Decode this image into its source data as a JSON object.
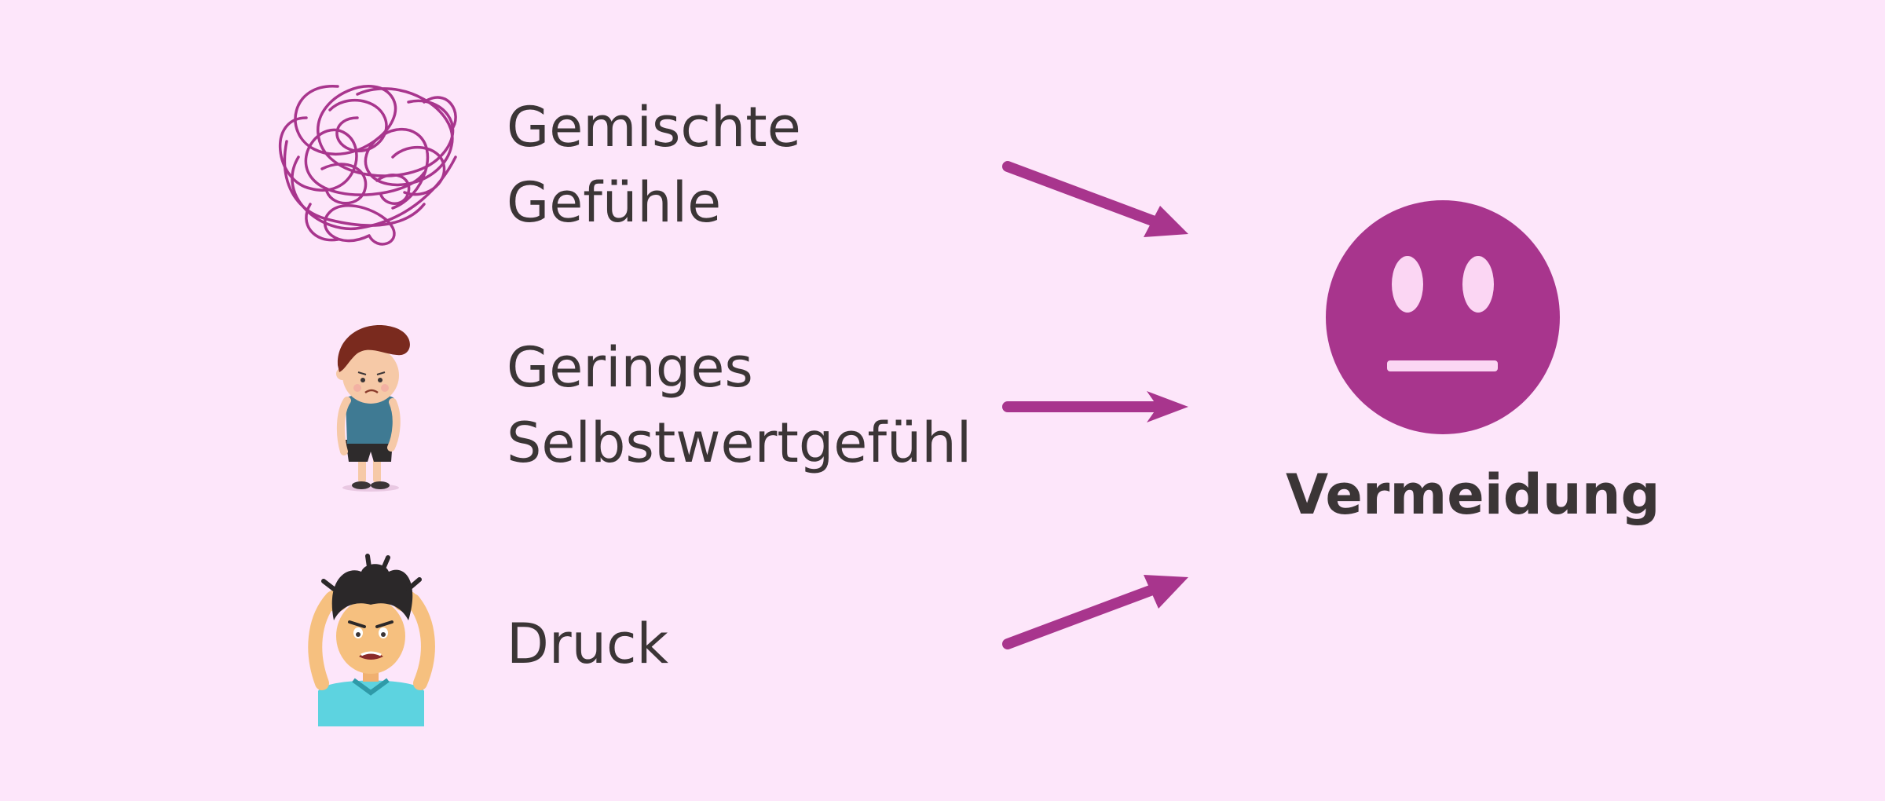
{
  "colors": {
    "background": "#fde6fa",
    "accent": "#a8358d",
    "text": "#3b3536",
    "eye": "#fbd6f3"
  },
  "causes": [
    {
      "lines": [
        "Gemischte",
        "Gefühle"
      ],
      "icon": "tangled-scribble-icon"
    },
    {
      "lines": [
        "Geringes",
        "Selbstwertgefühl"
      ],
      "icon": "shy-boy-icon"
    },
    {
      "lines": [
        "Druck"
      ],
      "icon": "stressed-man-icon"
    }
  ],
  "result": {
    "label": "Vermeidung",
    "icon": "neutral-face-icon"
  }
}
